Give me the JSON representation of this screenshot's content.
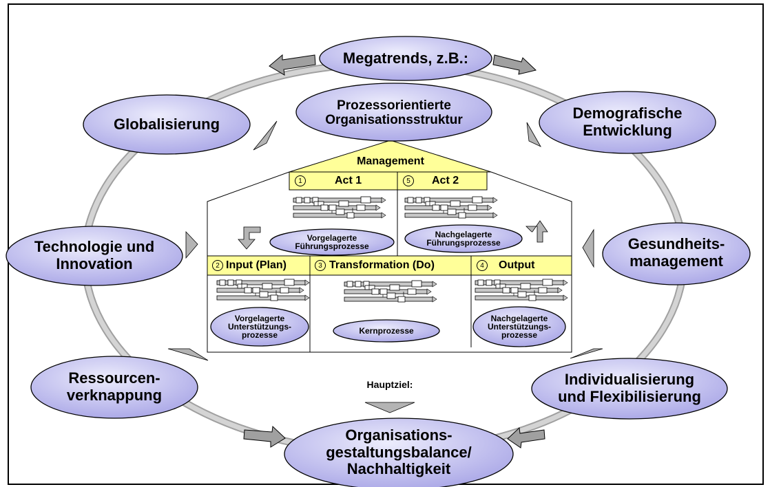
{
  "top": {
    "title": "Megatrends, z.B.:"
  },
  "structure": {
    "title": "Prozessorientierte\nOrganisationsstruktur"
  },
  "trends": {
    "globalisierung": "Globalisierung",
    "demografie": "Demografische\nEntwicklung",
    "technologie": "Technologie und\nInnovation",
    "gesundheit": "Gesundheits-\nmanagement",
    "ressourcen": "Ressourcen-\nverknappung",
    "individualisierung": "Individualisierung\nund Flexibilisierung"
  },
  "house": {
    "management": "Management",
    "act1": {
      "num": "1",
      "label": "Act 1"
    },
    "act2": {
      "num": "5",
      "label": "Act 2"
    },
    "vorgelagerte_fuehrung": "Vorgelagerte\nFührungsprozesse",
    "nachgelagerte_fuehrung": "Nachgelagerte\nFührungsprozesse",
    "input": {
      "num": "2",
      "label": "Input (Plan)"
    },
    "transformation": {
      "num": "3",
      "label": "Transformation (Do)"
    },
    "output": {
      "num": "4",
      "label": "Output"
    },
    "vorgelagerte_unterstuetzung": "Vorgelagerte\nUnterstützungs-\nprozesse",
    "kernprozesse": "Kernprozesse",
    "nachgelagerte_unterstuetzung": "Nachgelagerte\nUnterstützungs-\nprozesse"
  },
  "goal": {
    "label": "Hauptziel:",
    "title": "Organisations-\ngestaltungsbalance/\nNachhaltigkeit"
  },
  "colors": {
    "ellipse_light": "#e8e8fb",
    "ellipse_dark": "#a9a6e8",
    "header_yellow": "#ffff99",
    "ring_gray": "#c0c0c0",
    "arrow_gray": "#a0a0a0"
  }
}
